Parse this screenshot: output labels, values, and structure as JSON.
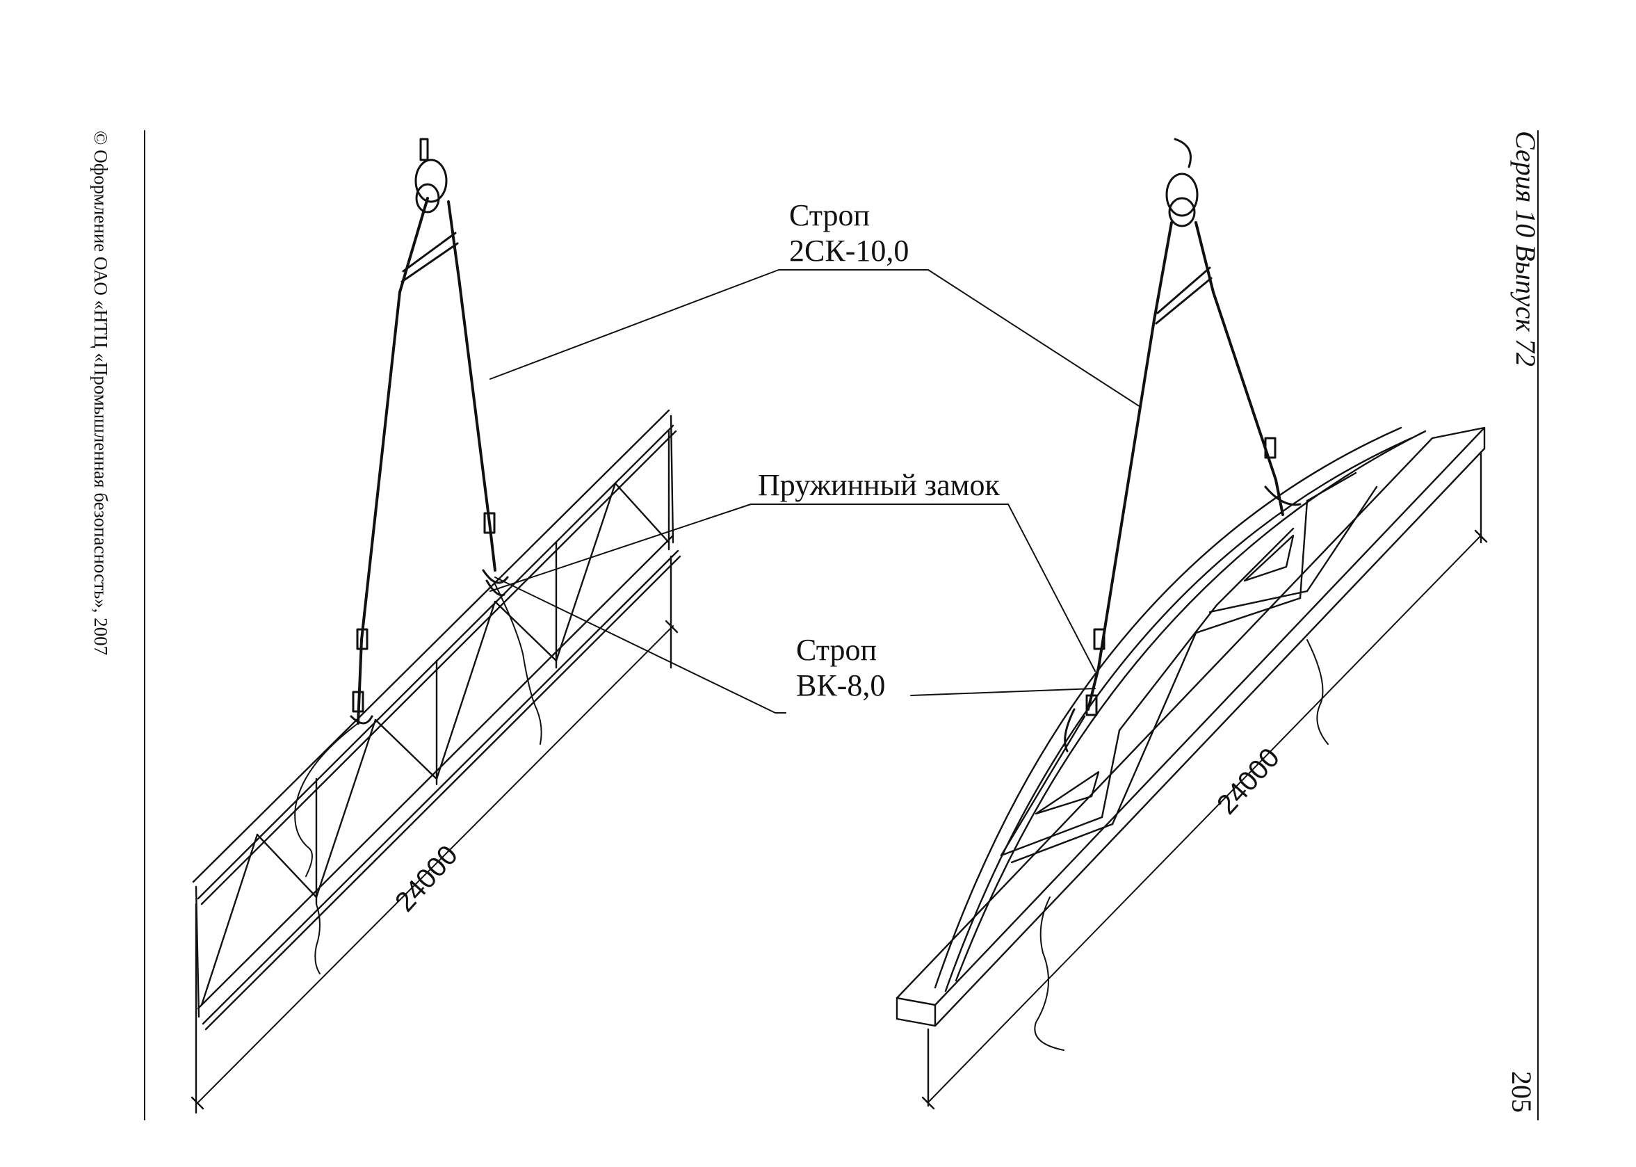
{
  "labels": {
    "sling_top_line1": "Строп",
    "sling_top_line2": "2СК-10,0",
    "spring_lock": "Пружинный замок",
    "sling_bottom_line1": "Строп",
    "sling_bottom_line2": "ВК-8,0"
  },
  "dimensions": {
    "left_truss_length": "24000",
    "right_truss_length": "24000"
  },
  "margin": {
    "copyright": "© Оформление ОАО «НТЦ «Промышленная безопасность», 2007",
    "series": "Серия 10 Выпуск 72",
    "page_number": "205"
  }
}
